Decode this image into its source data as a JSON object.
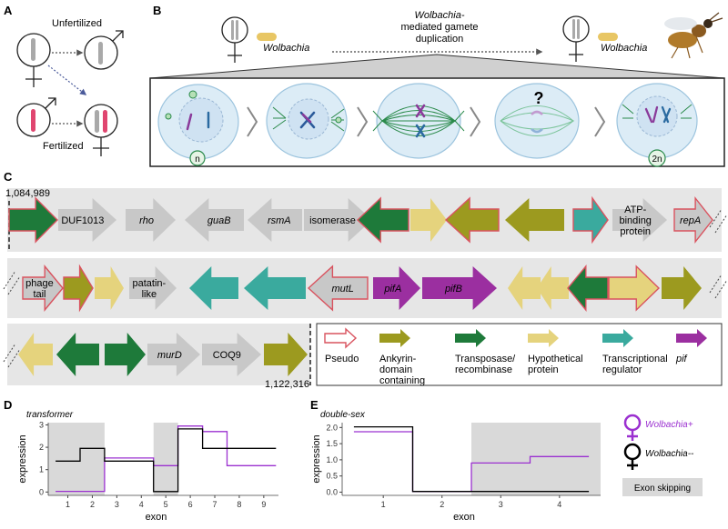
{
  "panels": {
    "a": {
      "label": "A",
      "unfertilized": "Unfertilized",
      "fertilized": "Fertilized"
    },
    "b": {
      "label": "B",
      "left_wolbachia": "Wolbachia",
      "right_wolbachia": "Wolbachia",
      "process_line1": "Wolbachia-",
      "process_line2": "mediated gamete",
      "process_line3": "duplication",
      "ploidy_start": "n",
      "ploidy_end": "2n",
      "unknown_step": "?"
    },
    "c": {
      "label": "C",
      "coord_start": "1,084,989",
      "coord_end": "1,122,316",
      "row1": [
        {
          "label": "",
          "italic": false
        },
        {
          "label": "DUF1013",
          "italic": false
        },
        {
          "label": "rho",
          "italic": true
        },
        {
          "label": "guaB",
          "italic": true
        },
        {
          "label": "rsmA",
          "italic": true
        },
        {
          "label": "isomerase",
          "italic": false
        },
        {
          "label": "",
          "italic": false
        },
        {
          "label": "",
          "italic": false
        },
        {
          "label": "",
          "italic": false
        },
        {
          "label": "",
          "italic": false
        },
        {
          "label": "",
          "italic": false
        },
        {
          "label": "ATP-|binding|protein",
          "italic": false
        },
        {
          "label": "repA",
          "italic": true
        }
      ],
      "row2": [
        {
          "label": "phage|tail",
          "italic": false
        },
        {
          "label": "",
          "italic": false
        },
        {
          "label": "",
          "italic": false
        },
        {
          "label": "patatin-|like",
          "italic": false
        },
        {
          "label": "",
          "italic": false
        },
        {
          "label": "",
          "italic": false
        },
        {
          "label": "mutL",
          "italic": true
        },
        {
          "label": "pifA",
          "italic": true
        },
        {
          "label": "pifB",
          "italic": true
        },
        {
          "label": "",
          "italic": false
        },
        {
          "label": "",
          "italic": false
        },
        {
          "label": "",
          "italic": false
        },
        {
          "label": "",
          "italic": false
        },
        {
          "label": "",
          "italic": false
        }
      ],
      "row3": [
        {
          "label": "",
          "italic": false
        },
        {
          "label": "",
          "italic": false
        },
        {
          "label": "",
          "italic": false
        },
        {
          "label": "murD",
          "italic": true
        },
        {
          "label": "COQ9",
          "italic": false
        },
        {
          "label": "",
          "italic": false
        }
      ],
      "legend": [
        {
          "key": "pseudo",
          "label": "Pseudo",
          "color": "#ffffff",
          "italic": false
        },
        {
          "key": "ankyrin",
          "label": "Ankyrin-|domain|containing",
          "color": "#9c9a1f",
          "italic": false
        },
        {
          "key": "transposase",
          "label": "Transposase/|recombinase",
          "color": "#1e7a3a",
          "italic": false
        },
        {
          "key": "hypothetical",
          "label": "Hypothetical|protein",
          "color": "#e5d37d",
          "italic": false
        },
        {
          "key": "transcriptional",
          "label": "Transcriptional|regulator",
          "color": "#3aaa9e",
          "italic": false
        },
        {
          "key": "pif",
          "label": "pif",
          "color": "#9b2fa0",
          "italic": true
        }
      ]
    },
    "legend_right": {
      "plus_label": "Wolbachia+",
      "minus_label": "Wolbachia--",
      "skip_label": "Exon skipping"
    }
  },
  "colors": {
    "gray_gene": "#c8c8c8",
    "ankyrin": "#9c9a1f",
    "transposase": "#1e7a3a",
    "hypothetical": "#e5d37d",
    "transcriptional": "#3aaa9e",
    "pif": "#9b2fa0",
    "pseudo_outline": "#d9535f",
    "wolb_plus": "#9b30d0",
    "wolb_minus": "#000000",
    "skip_shade": "#d9d9d9"
  },
  "chart_data": [
    {
      "panel": "D",
      "type": "line",
      "title": "transformer",
      "xlabel": "exon",
      "ylabel": "expression",
      "xlim": [
        0.2,
        9.6
      ],
      "ylim": [
        -0.15,
        3.1
      ],
      "yticks": [
        0,
        1,
        2,
        3
      ],
      "xticks": [
        1,
        2,
        3,
        4,
        5,
        6,
        7,
        8,
        9
      ],
      "shaded": [
        [
          0.2,
          2.5
        ],
        [
          4.5,
          5.5
        ]
      ],
      "series": [
        {
          "name": "Wolbachia+",
          "style": "step",
          "points": [
            [
              0.5,
              0.03
            ],
            [
              2.5,
              0.03
            ],
            [
              2.5,
              1.52
            ],
            [
              4.5,
              1.52
            ],
            [
              4.5,
              1.18
            ],
            [
              5.5,
              1.18
            ],
            [
              5.5,
              2.95
            ],
            [
              6.5,
              2.95
            ],
            [
              6.5,
              2.7
            ],
            [
              7.5,
              2.7
            ],
            [
              7.5,
              1.18
            ],
            [
              9.5,
              1.18
            ]
          ]
        },
        {
          "name": "Wolbachia--",
          "style": "step",
          "points": [
            [
              0.5,
              1.38
            ],
            [
              1.5,
              1.38
            ],
            [
              1.5,
              1.95
            ],
            [
              2.5,
              1.95
            ],
            [
              2.5,
              1.38
            ],
            [
              4.5,
              1.38
            ],
            [
              4.5,
              0.02
            ],
            [
              5.5,
              0.02
            ],
            [
              5.5,
              2.82
            ],
            [
              6.5,
              2.82
            ],
            [
              6.5,
              1.95
            ],
            [
              9.5,
              1.95
            ]
          ]
        }
      ]
    },
    {
      "panel": "E",
      "type": "line",
      "title": "double-sex",
      "xlabel": "exon",
      "ylabel": "expression",
      "xlim": [
        0.3,
        4.7
      ],
      "ylim": [
        -0.1,
        2.15
      ],
      "yticks": [
        0.0,
        0.5,
        1.0,
        1.5,
        2.0
      ],
      "xticks": [
        1,
        2,
        3,
        4
      ],
      "shaded": [
        [
          2.5,
          4.7
        ]
      ],
      "series": [
        {
          "name": "Wolbachia+",
          "style": "step",
          "points": [
            [
              0.5,
              1.87
            ],
            [
              1.5,
              1.87
            ],
            [
              1.5,
              0.02
            ],
            [
              2.5,
              0.02
            ],
            [
              2.5,
              0.9
            ],
            [
              3.5,
              0.9
            ],
            [
              3.5,
              1.1
            ],
            [
              4.5,
              1.1
            ]
          ]
        },
        {
          "name": "Wolbachia--",
          "style": "step",
          "points": [
            [
              0.5,
              2.02
            ],
            [
              1.5,
              2.02
            ],
            [
              1.5,
              0.02
            ],
            [
              2.5,
              0.02
            ],
            [
              2.5,
              0.02
            ],
            [
              4.5,
              0.02
            ]
          ]
        }
      ]
    }
  ]
}
